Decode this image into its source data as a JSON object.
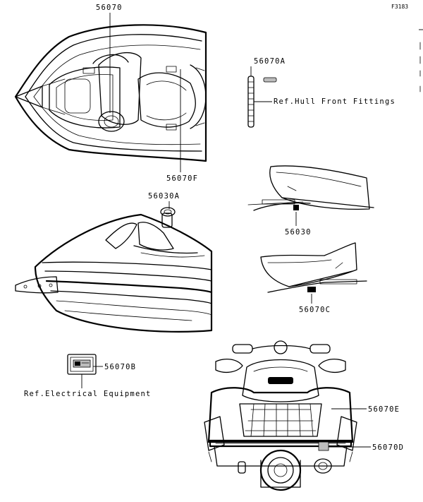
{
  "figure_code": "F3183",
  "views": {
    "top_view": {
      "callout": "56070"
    },
    "decal_part": {
      "callout": "56070A",
      "reference": "Ref.Hull Front Fittings"
    },
    "seat_strip": {
      "callout": "56070F"
    },
    "side_view": {
      "callout": "56030A"
    },
    "hull_side_right": {
      "callout": "56030"
    },
    "hull_side_left": {
      "callout": "56070C"
    },
    "electrical_box": {
      "callout": "56070B",
      "reference": "Ref.Electrical Equipment"
    },
    "rear_view": {
      "callout_upper": "56070E",
      "callout_lower": "56070D"
    }
  }
}
